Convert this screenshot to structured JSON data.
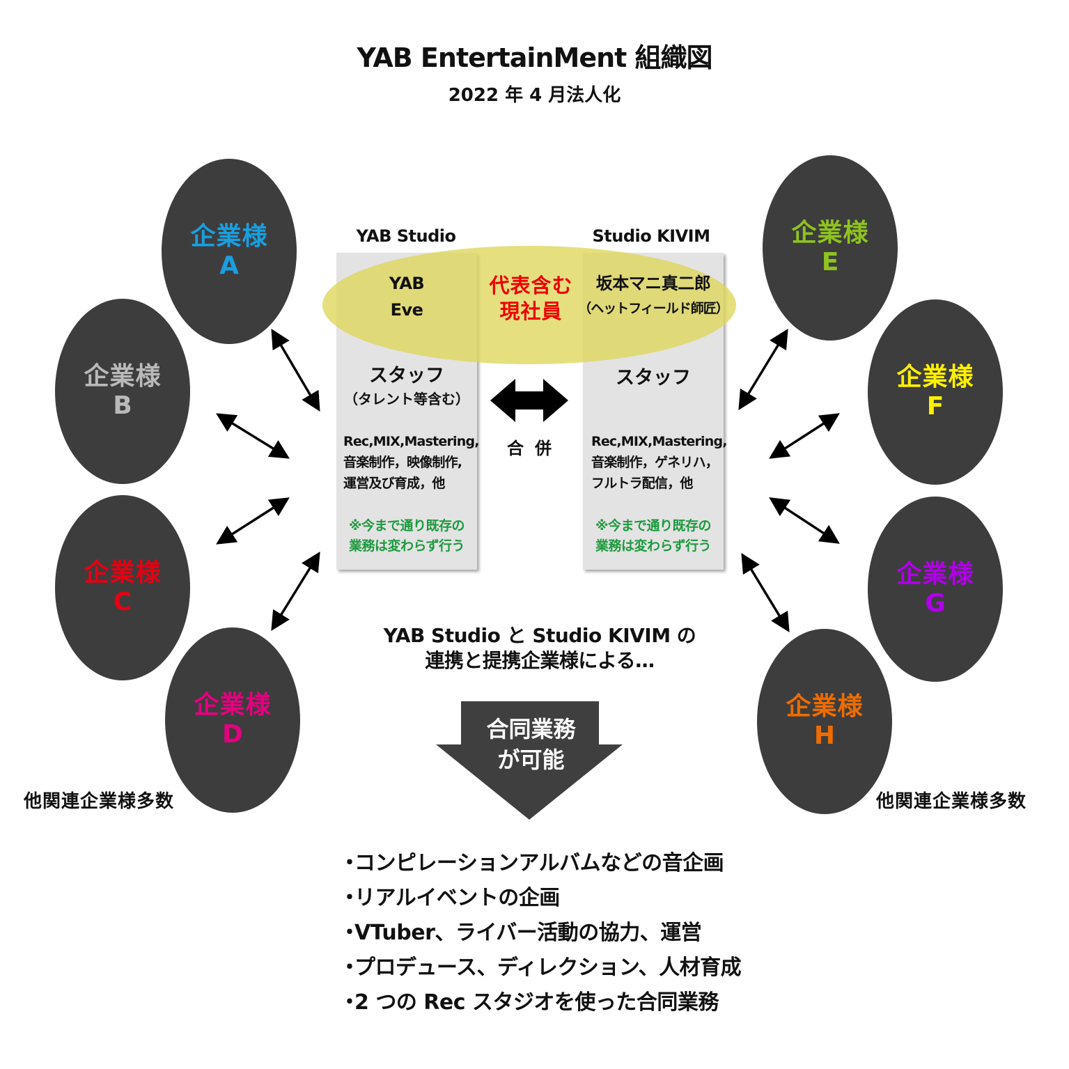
{
  "title": "YAB EntertainMent 組織図",
  "subtitle": "2022 年 4 月法人化",
  "left_column": {
    "heading": "YAB Studio",
    "members": [
      "YAB",
      "Eve"
    ],
    "staff": "スタッフ",
    "staff_sub": "（タレント等含む）",
    "duties": [
      "Rec,MIX,Mastering,",
      "音楽制作，映像制作,",
      "運営及び育成，他"
    ],
    "note": [
      "※今まで通り既存の",
      "業務は変わらず行う"
    ]
  },
  "right_column": {
    "heading": "Studio KIVIM",
    "members": [
      "坂本マニ真二郎",
      "（ヘットフィールド師匠）"
    ],
    "staff": "スタッフ",
    "duties": [
      "Rec,MIX,Mastering,",
      "音楽制作，ゲネリハ，",
      "フルトラ配信，他"
    ],
    "note": [
      "※今まで通り既存の",
      "業務は変わらず行う"
    ]
  },
  "representative": [
    "代表含む",
    "現社員"
  ],
  "merge_label": "合併",
  "companies": [
    {
      "name": "企業様",
      "letter": "A",
      "color": "#1a9fe0"
    },
    {
      "name": "企業様",
      "letter": "B",
      "color": "#b9b9b9"
    },
    {
      "name": "企業様",
      "letter": "C",
      "color": "#e60012"
    },
    {
      "name": "企業様",
      "letter": "D",
      "color": "#e4007f"
    },
    {
      "name": "企業様",
      "letter": "E",
      "color": "#8fc31f"
    },
    {
      "name": "企業様",
      "letter": "F",
      "color": "#fff100"
    },
    {
      "name": "企業様",
      "letter": "G",
      "color": "#b000e8"
    },
    {
      "name": "企業様",
      "letter": "H",
      "color": "#ee6c00"
    }
  ],
  "others_left": "他関連企業様多数",
  "others_right": "他関連企業様多数",
  "collab_text": [
    "YAB Studio と Studio KIVIM の",
    "連携と提携企業様による…"
  ],
  "arrow_text": [
    "合同業務",
    "が可能"
  ],
  "bullets": [
    "コンピレーションアルバムなどの音企画",
    "リアルイベントの企画",
    "VTuber、ライバー活動の協力、運営",
    "プロデュース、ディレクション、人材育成",
    "2 つの Rec スタジオを使った合同業務"
  ],
  "colors": {
    "panel": "#e3e3e3",
    "highlight": "#ded65a",
    "company_circle": "#3d3d3d",
    "note_green": "#1d9a3e",
    "representative_red": "#ee0000",
    "big_arrow": "#3f3f3f"
  }
}
